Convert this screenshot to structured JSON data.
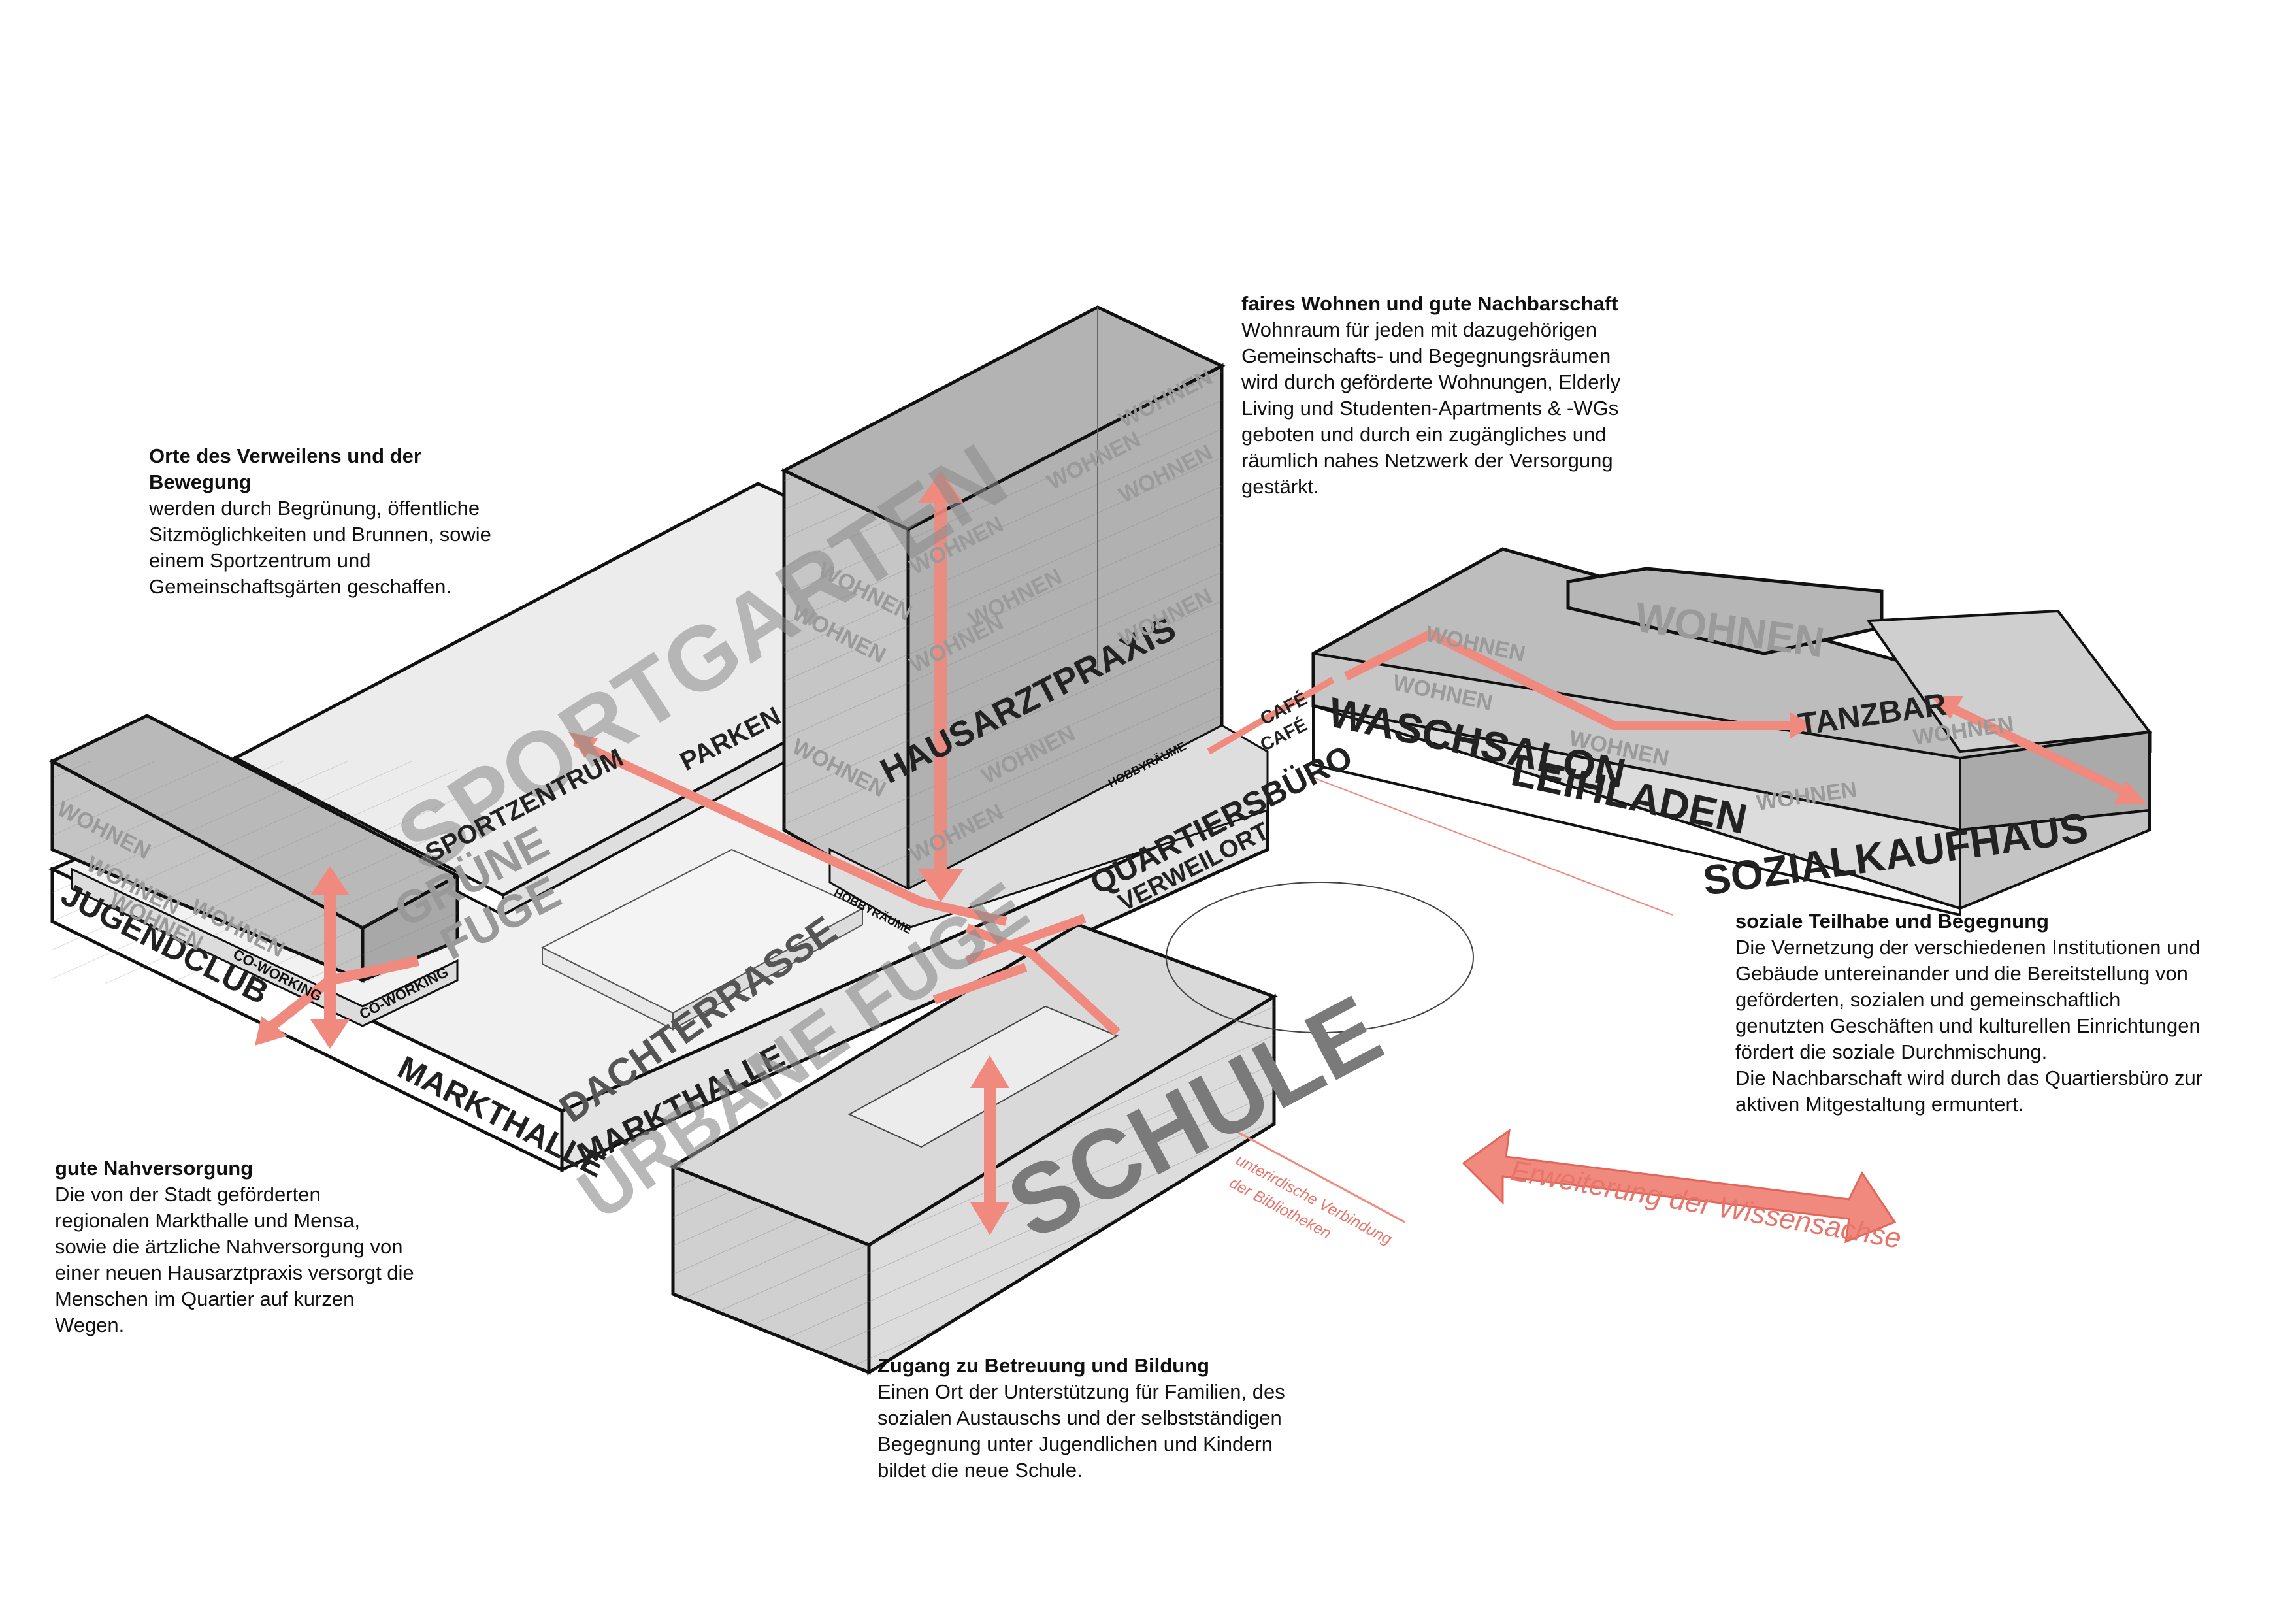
{
  "blocks": {
    "wohnen": {
      "title": "faires Wohnen und gute Nachbarschaft",
      "body": "Wohnraum für jeden mit dazugehörigen\nGemeinschafts- und Begegnungsräumen\nwird durch geförderte Wohnungen, Elderly\nLiving und Studenten-Apartments & -WGs\ngeboten und durch ein zugängliches und\nräumlich nahes Netzwerk der Versorgung\ngestärkt."
    },
    "verweilen": {
      "title": "Orte des Verweilens und der\nBewegung",
      "body": "werden durch Begrünung, öffentliche\nSitzmöglichkeiten und Brunnen, sowie\neinem Sportzentrum und\nGemeinschaftsgärten geschaffen."
    },
    "teilhabe": {
      "title": "soziale Teilhabe und Begegnung",
      "body": "Die Vernetzung der verschiedenen Institutionen und\nGebäude untereinander und die Bereitstellung von\ngeförderten, sozialen und gemeinschaftlich\ngenutzten Geschäften und kulturellen Einrichtungen\nfördert die soziale Durchmischung.\nDie Nachbarschaft wird durch das Quartiersbüro zur\naktiven Mitgestaltung ermuntert."
    },
    "nahversorgung": {
      "title": "gute Nahversorgung",
      "body": "Die von der Stadt geförderten\nregionalen Markthalle und Mensa,\nsowie die ärtzliche Nahversorgung von\neiner neuen Hausarztpraxis versorgt die\nMenschen im Quartier auf kurzen\nWegen."
    },
    "bildung": {
      "title": "Zugang zu Betreuung und Bildung",
      "body": "Einen Ort der Unterstützung für Familien, des\nsozialen Austauschs und der selbstständigen\nBegegnung unter Jugendlichen und Kindern\nbildet die neue Schule."
    }
  },
  "labels": {
    "sportgarten": "SPORTGARTEN",
    "parken": "PARKEN",
    "sportzentrum": "SPORTZENTRUM",
    "gruene_fuge_1": "GRÜNE",
    "gruene_fuge_2": "FUGE",
    "jugendclub": "JUGENDCLUB",
    "coworking": "CO-WORKING",
    "markthalle": "MARKTHALLE",
    "dachterrasse": "DACHTERRASSE",
    "urbane_fuge": "URBANE FUGE",
    "hausarztpraxis": "HAUSARZTPRAXIS",
    "hobbyraeume": "HOBBYRÄUME",
    "cafe": "CAFÉ",
    "quartiersbuero": "QUARTIERSBÜRO",
    "verweilort": "VERWEILORT",
    "schule": "SCHULE",
    "waschsalon": "WASCHSALON",
    "leihladen": "LEIHLADEN",
    "sozialkaufhaus": "SOZIALKAUFHAUS",
    "tanzbar": "TANZBAR",
    "wohnen": "WOHNEN",
    "unterirdisch_1": "unterirdische Verbindung",
    "unterirdisch_2": "der Bibliotheken",
    "wissensachse": "Erweiterung der Wissensachse"
  },
  "colors": {
    "arrow": "#f08a7e",
    "arrow_dark": "#e2675b",
    "block_dark": "#a9a9a9",
    "block_mid": "#c8c8c8",
    "block_light": "#e6e6e6",
    "outline": "#111111"
  }
}
